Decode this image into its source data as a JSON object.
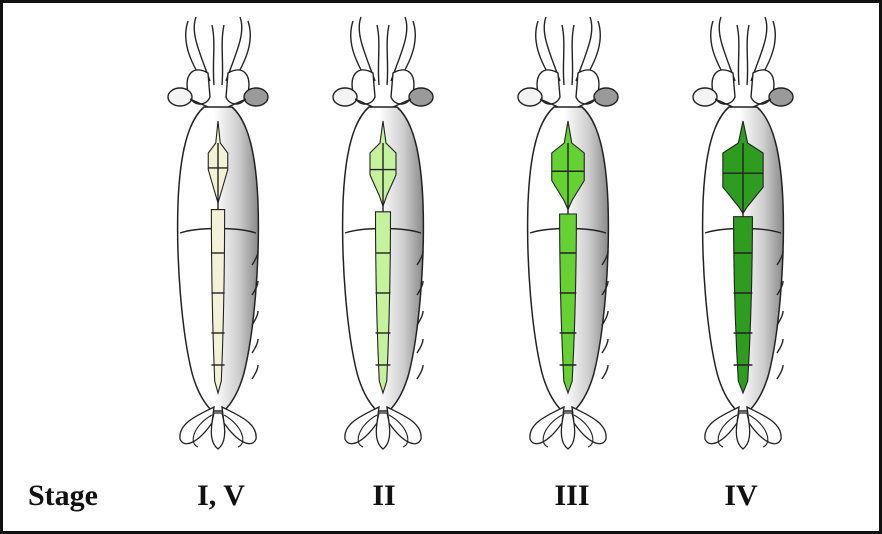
{
  "figure": {
    "row_label": "Stage",
    "stages": [
      {
        "label": "I, V",
        "gonad_color": "#f2f2d6"
      },
      {
        "label": "II",
        "gonad_color": "#c6f29e"
      },
      {
        "label": "III",
        "gonad_color": "#66d133"
      },
      {
        "label": "IV",
        "gonad_color": "#2e9c1e"
      }
    ]
  }
}
